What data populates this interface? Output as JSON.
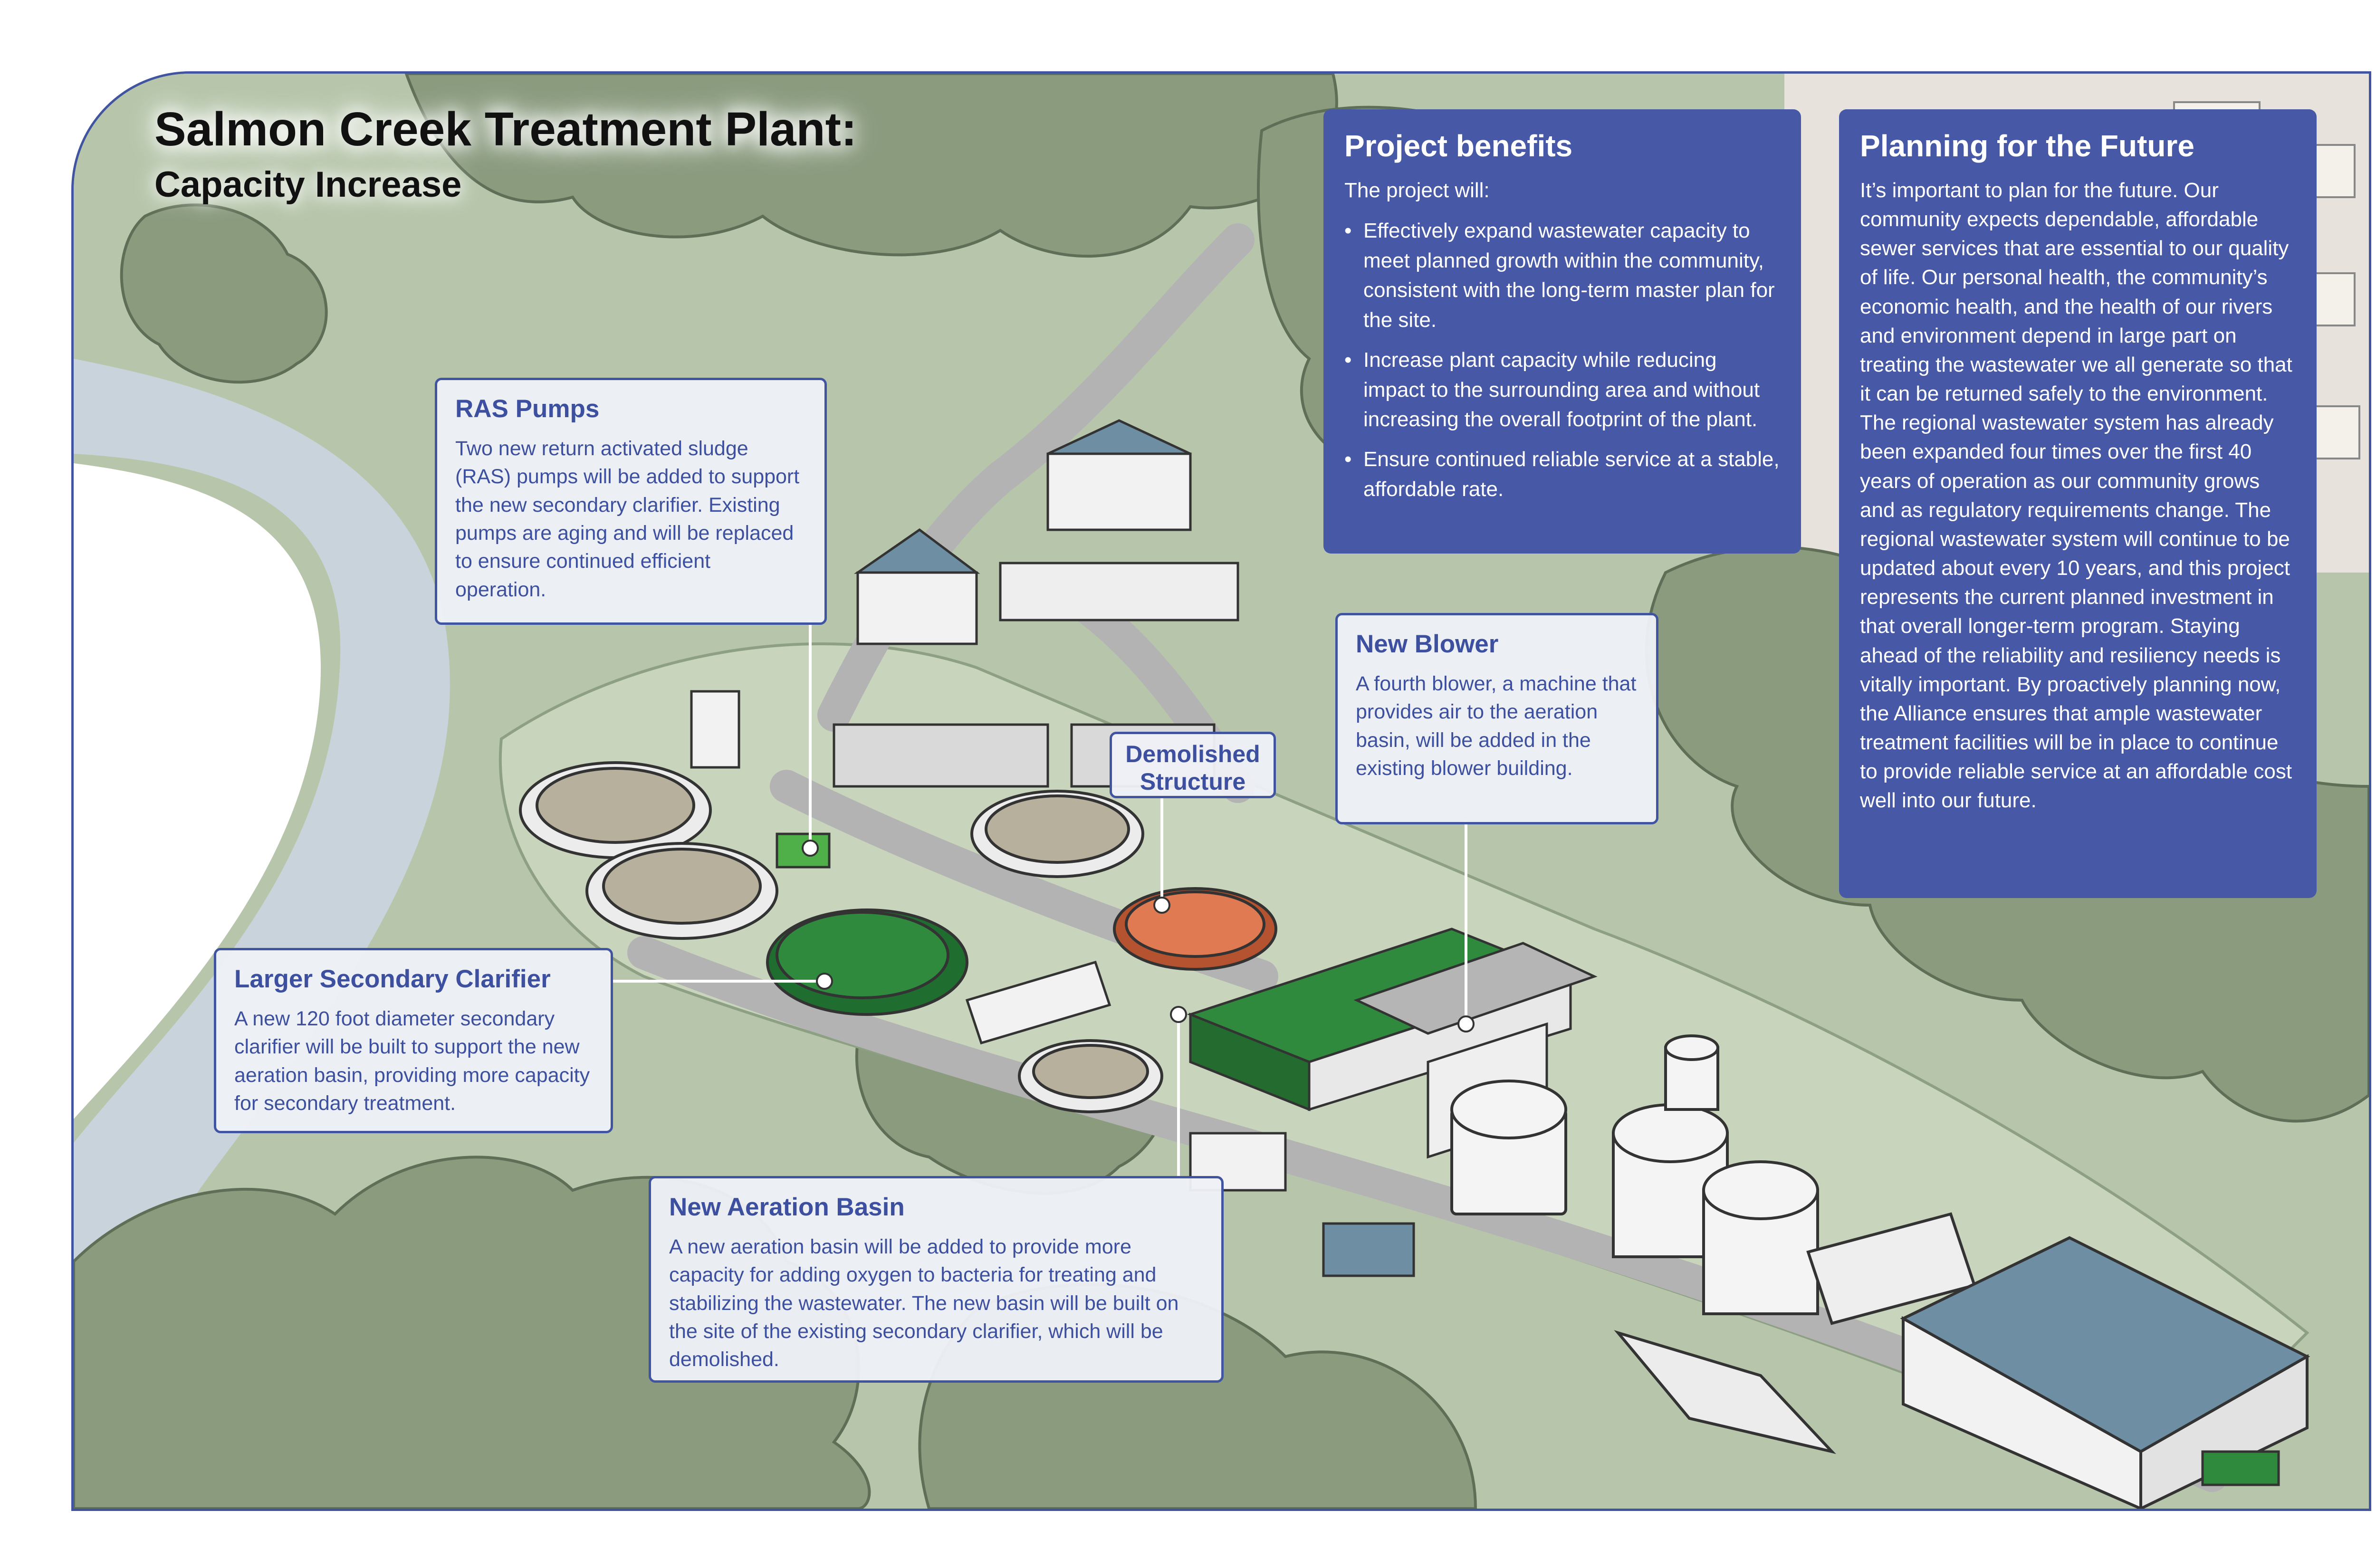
{
  "title": "Salmon Creek Treatment Plant:",
  "subtitle": "Capacity Increase",
  "callouts": {
    "ras_pumps": {
      "heading": "RAS Pumps",
      "body": "Two new return activated sludge (RAS) pumps will be added to support the new secondary clarifier. Existing pumps are aging and will be replaced to ensure continued efficient operation."
    },
    "larger_secondary_clarifier": {
      "heading": "Larger Secondary Clarifier",
      "body": "A new 120 foot diameter secondary clarifier will be built to support the new aeration basin, providing more capacity for secondary treatment."
    },
    "new_aeration_basin": {
      "heading": "New Aeration Basin",
      "body": "A new aeration basin will be added to provide more capacity for adding oxygen to bacteria for treating and stabilizing the wastewater. The new basin will be built on the site of the existing secondary clarifier, which will be demolished."
    },
    "demolished_structure": {
      "heading_line1": "Demolished",
      "heading_line2": "Structure"
    },
    "new_blower": {
      "heading": "New Blower",
      "body": "A fourth blower, a machine that provides air to the aeration basin, will be added in the existing blower building."
    }
  },
  "project_benefits": {
    "heading": "Project benefits",
    "intro": "The project will:",
    "bullet_symbol": "•",
    "items": [
      "Effectively expand wastewater capacity to meet planned growth within the community, consistent with the long-term master plan for the site.",
      "Increase plant capacity while reducing impact to the surrounding area and without increasing the overall footprint of the plant.",
      "Ensure continued reliable service at a stable, affordable rate."
    ]
  },
  "planning_future": {
    "heading": "Planning for the Future",
    "body": "It’s important to plan for the future. Our community expects dependable, affordable sewer services that are essential to our quality of life. Our personal health, the community’s economic health, and the health of our rivers and environment depend in large part on treating the wastewater we all generate so that it can be returned safely to the environment. The regional wastewater system has already been expanded four times over the first 40 years of operation as our community grows and as regulatory requirements change. The regional wastewater system will continue to be updated about every 10 years, and this project represents the current planned investment in that overall longer-term program. Staying ahead of the reliability and resiliency needs is vitally important. By proactively planning now, the Alliance ensures that ample wastewater treatment facilities will be in place to continue to provide reliable service at an affordable cost well into our future."
  },
  "colors": {
    "frame_border": "#4054a0",
    "panel_fill": "#4658a6",
    "callout_text": "#3d4f9f",
    "new_facility_green": "#2f8a3e",
    "demolished_orange": "#e07a52",
    "tree_green": "#8a9b7e",
    "river_gray": "#c9d3dc",
    "road_gray": "#b3b3b3"
  },
  "icons": {
    "callout_marker": "white-dot-marker"
  }
}
